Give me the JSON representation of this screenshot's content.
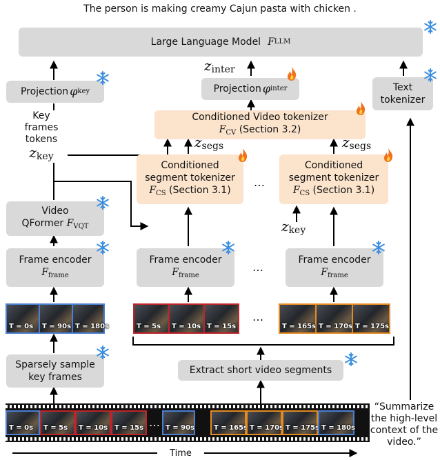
{
  "caption": "The person is making creamy Cajun pasta with chicken .",
  "llm": {
    "label": "Large Language Model",
    "symbol": "F",
    "sub": "LLM"
  },
  "z_inter": {
    "symbol": "z",
    "sub": "inter"
  },
  "proj_key": {
    "label": "Projection",
    "symbol": "φ",
    "sub": "key"
  },
  "proj_inter": {
    "label": "Projection",
    "symbol": "φ",
    "sub": "inter"
  },
  "text_tok": {
    "line1": "Text",
    "line2": "tokenizer"
  },
  "key_frames_tokens": {
    "line1": "Key",
    "line2": "frames",
    "line3": "tokens",
    "symbol": "z",
    "sub": "key"
  },
  "cvt": {
    "line1": "Conditioned Video tokenizer",
    "symbol": "F",
    "sub": "CV",
    "ref": "(Section 3.2)"
  },
  "z_segs": {
    "symbol": "z",
    "sub": "segs"
  },
  "cst": {
    "line1": "Conditioned",
    "line2": "segment tokenizer",
    "symbol": "F",
    "sub": "CS",
    "ref": "(Section 3.1)"
  },
  "z_key_label": {
    "symbol": "z",
    "sub": "key"
  },
  "qformer": {
    "line1": "Video",
    "line2": "QFormer",
    "symbol": "F",
    "sub": "VQT"
  },
  "frame_encoder": {
    "label": "Frame encoder",
    "symbol": "F",
    "sub": "frame"
  },
  "ellipsis": "…",
  "key_thumbs": [
    "T = 0s",
    "T = 90s",
    "T = 180s"
  ],
  "seg1_thumbs": [
    "T = 5s",
    "T = 10s",
    "T = 15s"
  ],
  "segN_thumbs": [
    "T = 165s",
    "T = 170s",
    "T = 175s"
  ],
  "sparse": {
    "line1": "Sparsely sample",
    "line2": "key frames"
  },
  "extract": {
    "label": "Extract short video segments"
  },
  "film_thumbs": [
    "T = 0s",
    "T = 5s",
    "T = 10s",
    "T = 15s",
    "T = 90s",
    "T = 165s",
    "T = 170s",
    "T = 175s",
    "T = 180s"
  ],
  "film_dots": "…",
  "query": {
    "line1": "“Summarize",
    "line2": "the high-level",
    "line3": "context of the",
    "line4": "video.”"
  },
  "time_label": "Time",
  "colors": {
    "gray_box": "#d9d9d9",
    "peach_box": "#fbe3cc",
    "blue_border": "#4a7fd1",
    "red_border": "#c0242b",
    "orange_border": "#e58a22",
    "frozen_icon": "#3b8fe0",
    "trainable_icon": "#f0721e"
  },
  "icons": {
    "frozen": "snowflake-icon",
    "trainable": "fire-icon"
  }
}
